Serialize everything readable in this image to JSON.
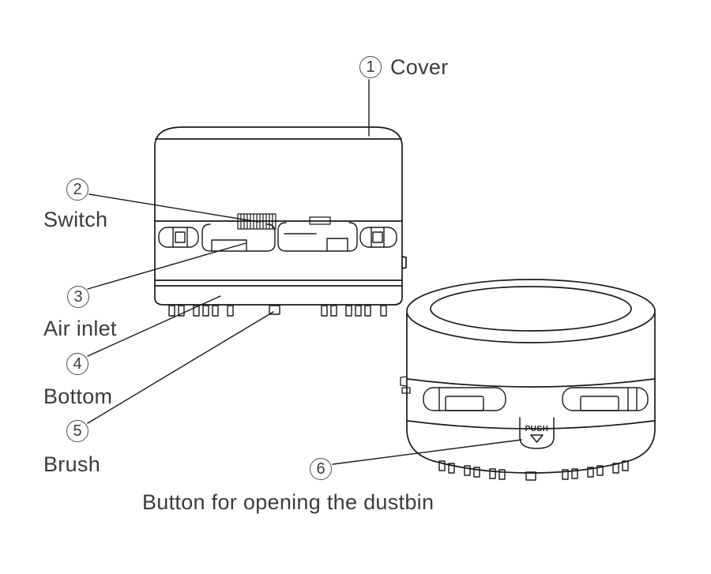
{
  "callouts": {
    "cover": {
      "num": "1",
      "label": "Cover"
    },
    "switch": {
      "num": "2",
      "label": "Switch"
    },
    "air_inlet": {
      "num": "3",
      "label": "Air inlet"
    },
    "bottom": {
      "num": "4",
      "label": "Bottom"
    },
    "brush": {
      "num": "5",
      "label": "Brush"
    },
    "dustbin_button": {
      "num": "6",
      "label": "Button for opening the dustbin"
    }
  },
  "drawing": {
    "push_button_label": "PUSH"
  },
  "colors": {
    "line": "#1a1a1a",
    "text": "#3c3c3c",
    "background": "#ffffff"
  }
}
